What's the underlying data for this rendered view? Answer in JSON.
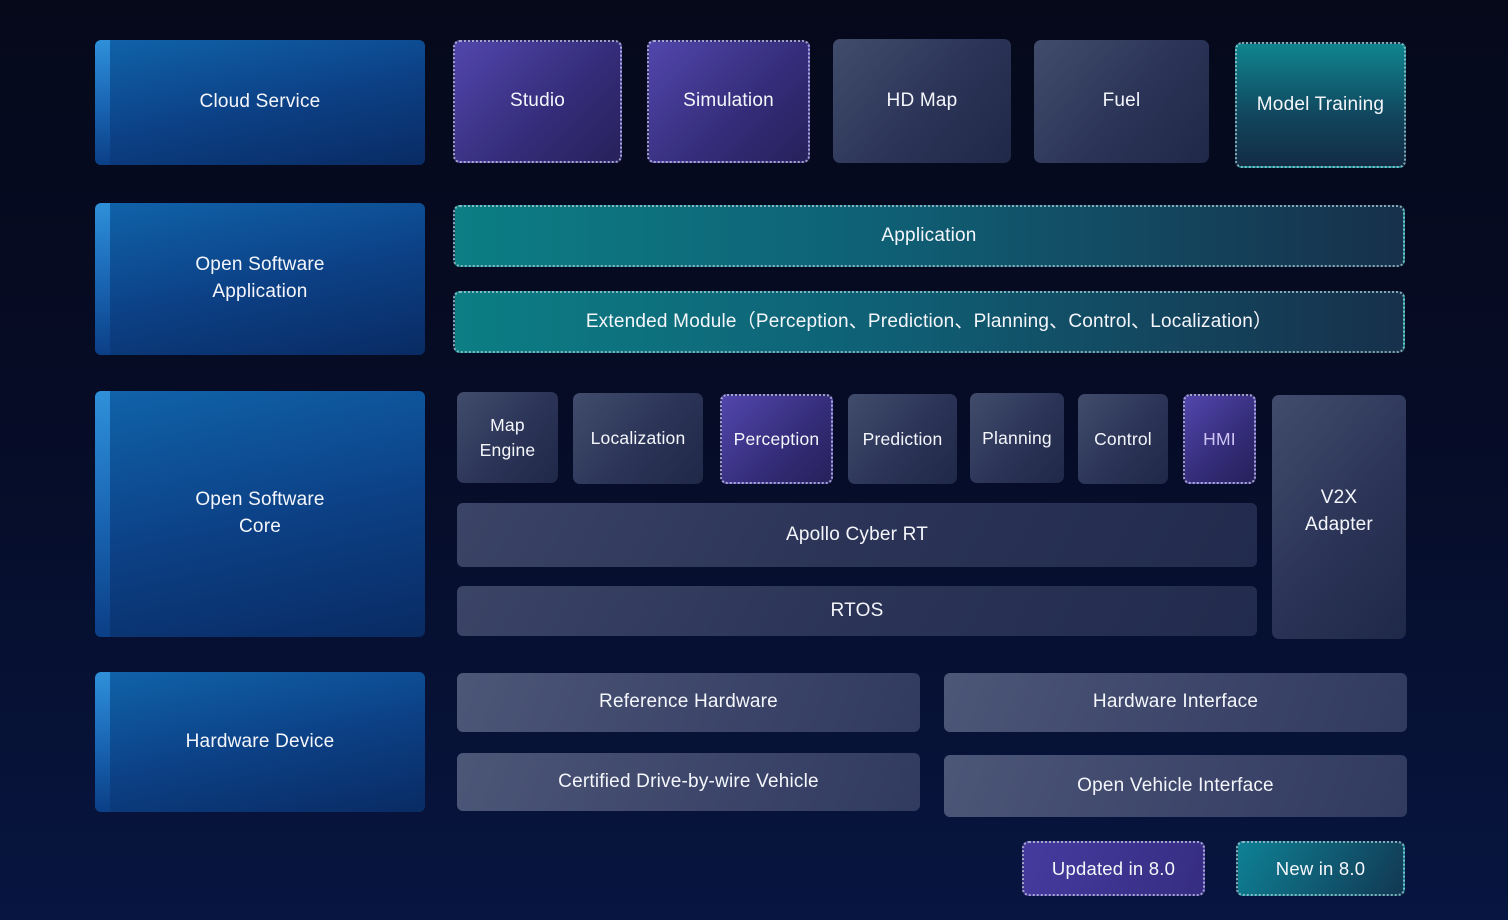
{
  "diagram": {
    "rows": [
      {
        "header": {
          "label": "Cloud Service"
        },
        "items": [
          {
            "label": "Studio"
          },
          {
            "label": "Simulation"
          },
          {
            "label": "HD Map"
          },
          {
            "label": "Fuel"
          },
          {
            "label": "Model Training"
          }
        ]
      },
      {
        "header": {
          "label": "Open Software\nApplication"
        },
        "items": [
          {
            "label": "Application"
          },
          {
            "label": "Extended Module（Perception、Prediction、Planning、Control、Localization）"
          }
        ]
      },
      {
        "header": {
          "label": "Open Software\nCore"
        },
        "items": [
          {
            "label": "Map\nEngine"
          },
          {
            "label": "Localization"
          },
          {
            "label": "Perception"
          },
          {
            "label": "Prediction"
          },
          {
            "label": "Planning"
          },
          {
            "label": "Control"
          },
          {
            "label": "HMI"
          },
          {
            "label": "V2X\nAdapter"
          },
          {
            "label": "Apollo Cyber RT"
          },
          {
            "label": "RTOS"
          }
        ]
      },
      {
        "header": {
          "label": "Hardware Device"
        },
        "items": [
          {
            "label": "Reference Hardware"
          },
          {
            "label": "Hardware Interface"
          },
          {
            "label": "Certified Drive-by-wire Vehicle"
          },
          {
            "label": "Open Vehicle Interface"
          }
        ]
      }
    ],
    "legend": {
      "updated": {
        "label": "Updated in 8.0"
      },
      "new": {
        "label": "New in 8.0"
      }
    },
    "colors": {
      "header_blue": "#0d5aa1",
      "header_stripe_blue": "#2f90d9",
      "updated_purple": "#453b9f",
      "new_teal": "#0e8195",
      "neutral_slate": "#3e4968",
      "background_top": "#05091a",
      "background_bottom": "#071540",
      "hmi_text": "#cfc5f5"
    }
  }
}
